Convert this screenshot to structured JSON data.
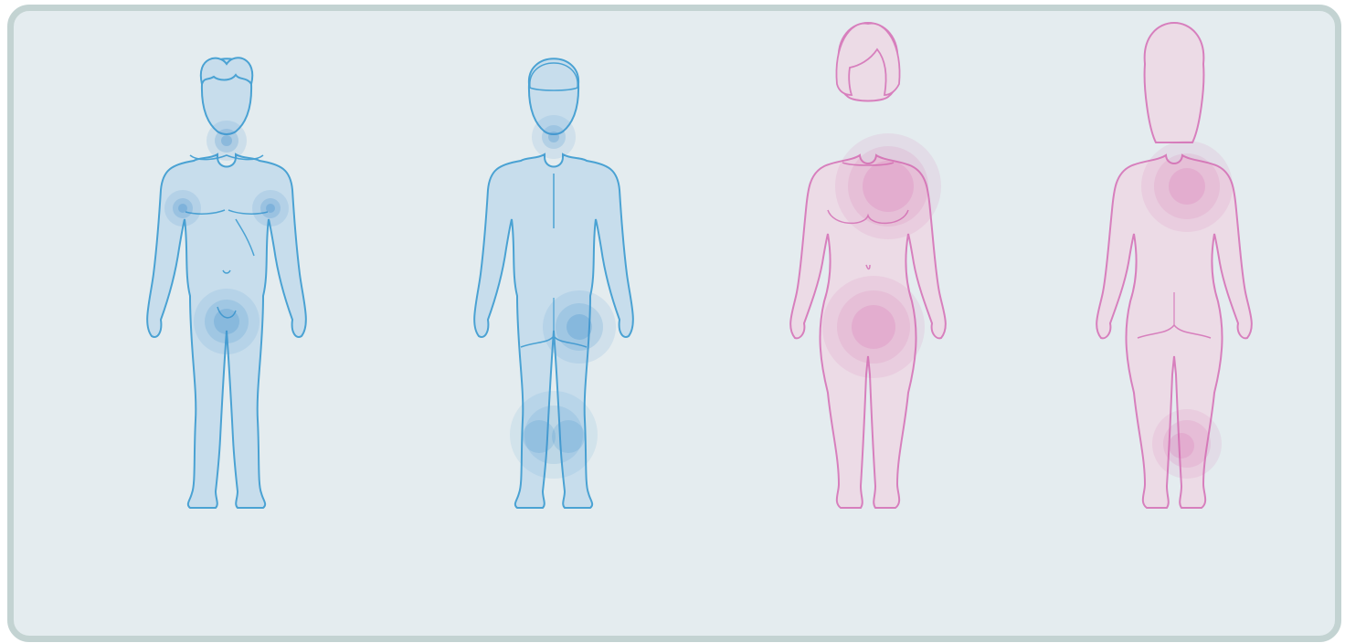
{
  "colors": {
    "background": "#e4ecef",
    "panel_border": "#c3d3d2",
    "male_fill": "#c7ddec",
    "male_stroke": "#4aa2d3",
    "male_hotspot": "#3f8fcd",
    "female_fill": "#ecdbe6",
    "female_stroke": "#d77fbd",
    "female_hotspot": "#d767ad"
  },
  "figures": [
    {
      "id": "male-front",
      "sex": "male",
      "view": "front",
      "hotspots": [
        "throat",
        "left-armpit",
        "right-armpit",
        "groin"
      ]
    },
    {
      "id": "male-back",
      "sex": "male",
      "view": "back",
      "hotspots": [
        "nape",
        "buttock",
        "back-of-knee"
      ]
    },
    {
      "id": "female-front",
      "sex": "female",
      "view": "front",
      "hotspots": [
        "chest",
        "groin"
      ]
    },
    {
      "id": "female-back",
      "sex": "female",
      "view": "back",
      "hotspots": [
        "upper-back",
        "back-of-knee"
      ]
    }
  ]
}
